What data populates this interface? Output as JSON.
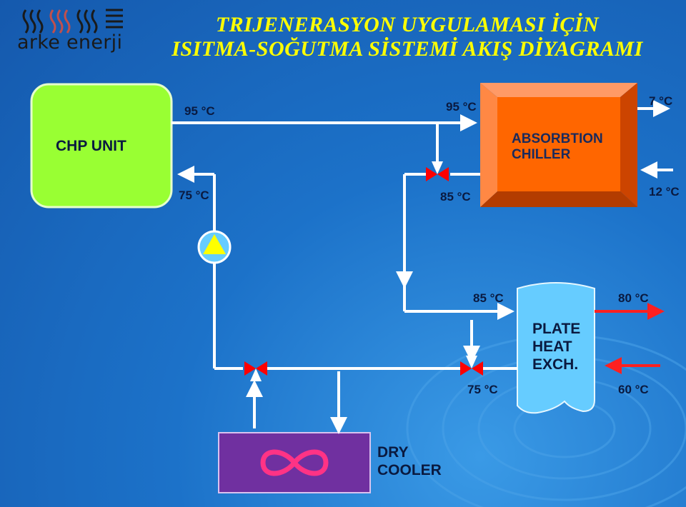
{
  "header": {
    "title_line1": "TRIJENERASYON UYGULAMASI İÇİN",
    "title_line2": "ISITMA-SOĞUTMA SİSTEMİ AKIŞ DİYAGRAMI"
  },
  "logo": {
    "text": "arke enerji",
    "icon": "flame-stripes-icon"
  },
  "components": {
    "chp": "CHP UNIT",
    "chiller_line1": "ABSORBTION",
    "chiller_line2": "CHILLER",
    "phe_line1": "PLATE",
    "phe_line2": "HEAT",
    "phe_line3": "EXCH.",
    "dry_cooler_line1": "DRY",
    "dry_cooler_line2": "COOLER"
  },
  "temperatures": {
    "chp_out": "95 °C",
    "chiller_in": "95 °C",
    "chilled_out": "7 °C",
    "chp_return": "75 °C",
    "chiller_return": "85 °C",
    "chilled_return": "12 °C",
    "phe_in": "85 °C",
    "phe_hot_out": "80 °C",
    "phe_return": "75 °C",
    "phe_cold_in": "60 °C"
  },
  "colors": {
    "chp": "#99ff33",
    "chiller": "#ff6600",
    "phe": "#66ccff",
    "dry_cooler": "#7030a0",
    "pipe": "#ffffff",
    "valve": "#ff0000",
    "arrow_red": "#ff2020"
  }
}
